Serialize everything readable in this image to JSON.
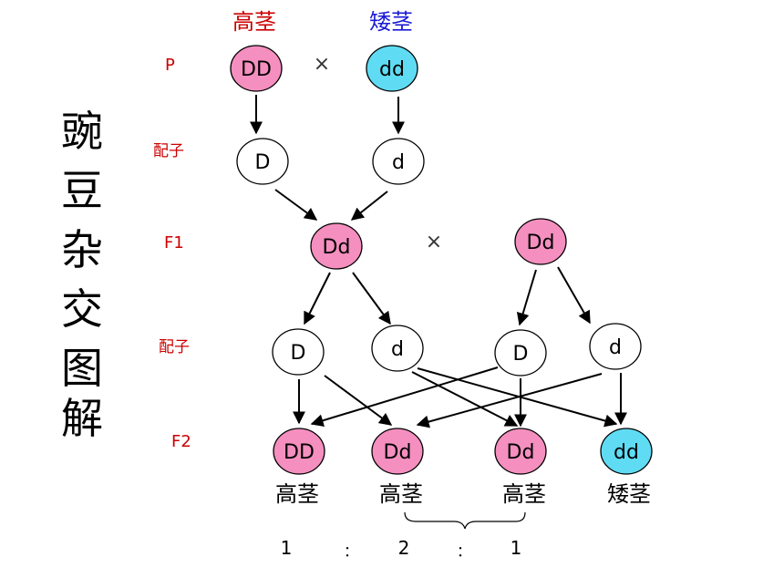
{
  "title": "豌豆杂交图解",
  "title_chars": [
    "豌",
    "豆",
    "杂",
    "交",
    "图",
    "解"
  ],
  "parent_labels": {
    "tall": "高茎",
    "dwarf": "矮茎"
  },
  "generation_labels": {
    "p": "P",
    "gamete1": "配子",
    "f1": "F1",
    "gamete2": "配子",
    "f2": "F2"
  },
  "cross_symbol": "×",
  "parents": [
    "DD",
    "dd"
  ],
  "gametes_p": [
    "D",
    "d"
  ],
  "f1": [
    "Dd",
    "Dd"
  ],
  "gametes_f1": [
    "D",
    "d",
    "D",
    "d"
  ],
  "f2": [
    {
      "genotype": "DD",
      "phenotype": "高茎",
      "color": "dominant"
    },
    {
      "genotype": "Dd",
      "phenotype": "高茎",
      "color": "dominant"
    },
    {
      "genotype": "Dd",
      "phenotype": "高茎",
      "color": "dominant"
    },
    {
      "genotype": "dd",
      "phenotype": "矮茎",
      "color": "recessive"
    }
  ],
  "ratio": [
    "1",
    "：",
    "2",
    "：",
    "1"
  ],
  "colors": {
    "dominant_fill": "#f48fbf",
    "recessive_fill": "#5fdcf3",
    "gamete_fill": "#ffffff",
    "generation_label": "#cc0000",
    "tall_label": "#cc0000",
    "dwarf_label": "#1a1ad6",
    "stroke": "#000000"
  }
}
